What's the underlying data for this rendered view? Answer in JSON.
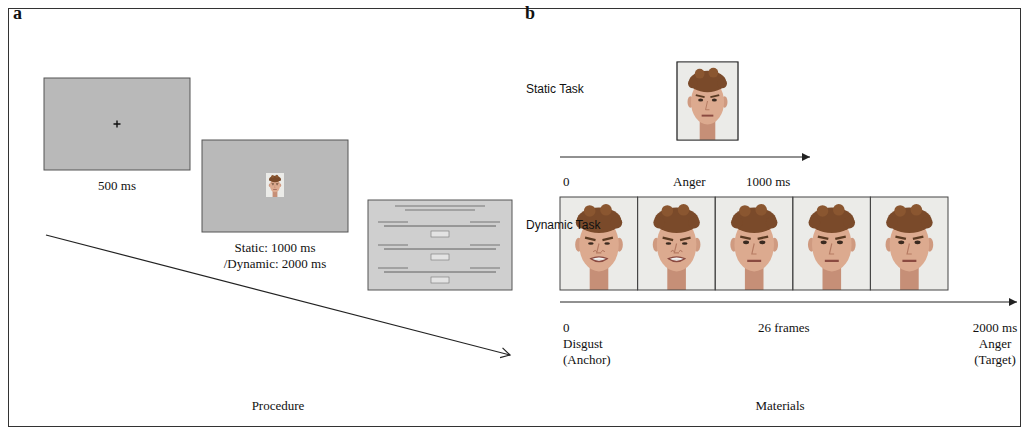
{
  "diagram": {
    "labels": [
      "a",
      "b",
      "500 ms",
      "Static: 1000 ms",
      "/Dynamic: 2000 ms",
      "Procedure",
      "Static Task",
      "0",
      "Anger",
      "1000 ms",
      "Dynamic Task",
      "0",
      "Disgust",
      "(Anchor)",
      "26 frames",
      "2000 ms",
      "Anger",
      "(Target)",
      "Materials"
    ]
  }
}
